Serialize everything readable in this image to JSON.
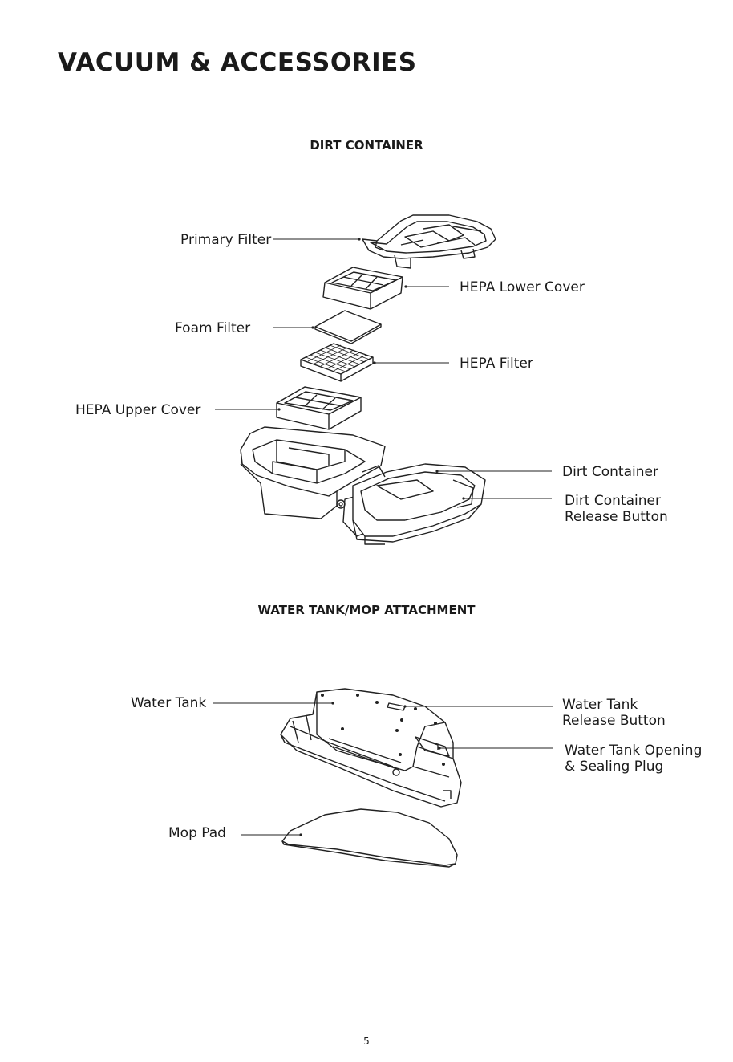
{
  "page": {
    "title": "VACUUM & ACCESSORIES",
    "page_number": "5"
  },
  "dirt_container": {
    "heading": "DIRT CONTAINER",
    "labels": {
      "primary_filter": "Primary Filter",
      "hepa_lower_cover": "HEPA Lower Cover",
      "foam_filter": "Foam Filter",
      "hepa_filter": "HEPA Filter",
      "hepa_upper_cover": "HEPA Upper Cover",
      "dirt_container": "Dirt Container",
      "release_button_line1": "Dirt Container",
      "release_button_line2": "Release Button"
    }
  },
  "water_tank": {
    "heading": "WATER TANK/MOP ATTACHMENT",
    "labels": {
      "water_tank": "Water Tank",
      "release_button_line1": "Water Tank",
      "release_button_line2": "Release Button",
      "opening_line1": "Water Tank Opening",
      "opening_line2": "& Sealing Plug",
      "mop_pad": "Mop Pad"
    }
  }
}
